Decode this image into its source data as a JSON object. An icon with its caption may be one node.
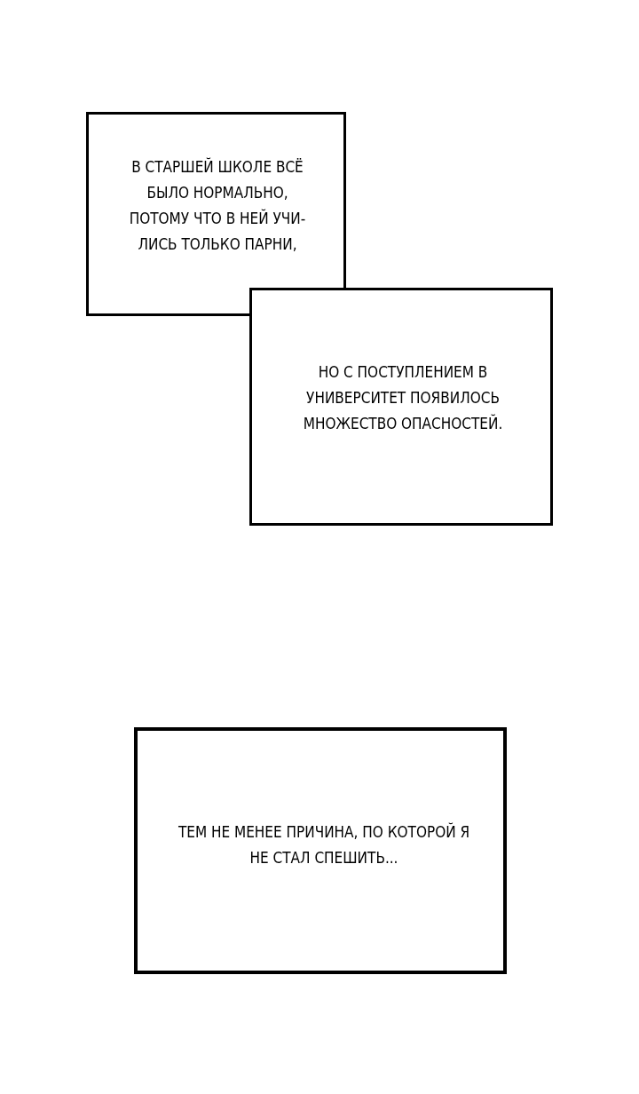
{
  "diagram": {
    "nodes": [
      {
        "text": [
          "В СТАРШЕЙ ШКОЛЕ ВСЁ БЫЛО НОРМАЛЬНО, ПОТОМУ ЧТО В НЕЙ УЧИ- ЛИСЬ ТОЛЬКО ПАРНИ,"
        ]
      },
      {
        "text": [
          "НО С ПОСТУПЛЕНИЕМ В УНИВЕРСИТЕТ ПОЯВИЛОСЬ МНОЖЕСТВО ОПАСНОСТЕЙ."
        ]
      },
      {
        "text": [
          "ТЕМ НЕ МЕНЕЕ ПРИЧИНА, ПО КОТОРОЙ Я НЕ СТАЛ СПЕШИТЬ..."
        ]
      }
    ]
  }
}
